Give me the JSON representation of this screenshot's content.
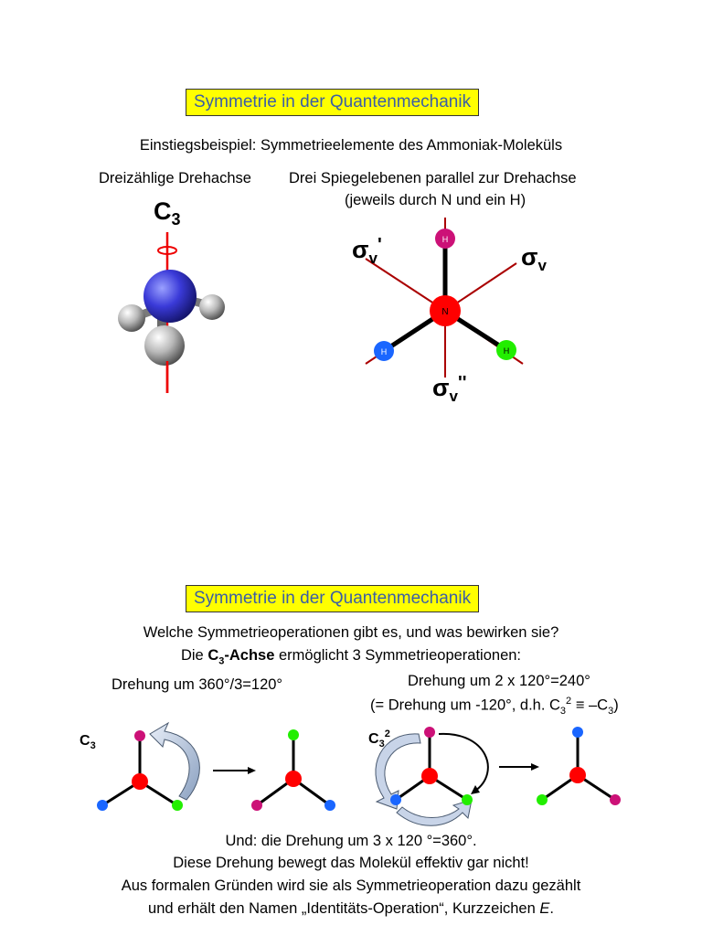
{
  "slide1": {
    "title": "Symmetrie in der Quantenmechanik",
    "subtitle": "Einstiegsbeispiel: Symmetrieelemente des Ammoniak-Moleküls",
    "left_caption": "Dreizählige Drehachse",
    "right_caption_1": "Drei Spiegelebenen parallel zur Drehachse",
    "right_caption_2": "(jeweils durch N und ein H)",
    "c3_symbol": "C",
    "c3_sub": "3",
    "sigma": "σ",
    "sigma_sub": "v",
    "sigma_prime": "'",
    "sigma_double_prime": "''",
    "atom_n": "N",
    "atom_h": "H"
  },
  "slide2": {
    "title": "Symmetrie in der Quantenmechanik",
    "question": "Welche Symmetrieoperationen gibt es, und was bewirken sie?",
    "line2_pre": "Die ",
    "line2_bold": "C",
    "line2_bold_sub": "3",
    "line2_bold_post": "-Achse",
    "line2_post": " ermöglicht 3 Symmetrieoperationen:",
    "rot1": "Drehung um 360°/3=120°",
    "rot2_line1": "Drehung um 2 x 120°=240°",
    "rot2_line2_a": "(= Drehung um -120°, d.h. C",
    "rot2_line2_sub1": "3",
    "rot2_line2_sup": "2",
    "rot2_line2_b": " ≡ –C",
    "rot2_line2_sub2": "3",
    "rot2_line2_c": ")",
    "label_c3": "C",
    "label_c3_sub": "3",
    "label_c3sq": "C",
    "label_c3sq_sub": "3",
    "label_c3sq_sup": "2",
    "bottom_1": "Und: die Drehung um 3 x 120 °=360°.",
    "bottom_2": "Diese Drehung bewegt das Molekül effektiv gar nicht!",
    "bottom_3": "Aus formalen Gründen wird sie als Symmetrieoperation dazu gezählt",
    "bottom_4_pre": "und erhält den Namen „Identitäts-Operation“, Kurzzeichen ",
    "bottom_4_italic": "E",
    "bottom_4_post": "."
  },
  "colors": {
    "title_bg": "#ffff00",
    "title_text": "#3b5ea6",
    "nitrogen": "#ff0000",
    "h_magenta": "#cc1177",
    "h_blue": "#1a66ff",
    "h_green": "#22ee00",
    "mirror_plane": "#aa0000"
  }
}
